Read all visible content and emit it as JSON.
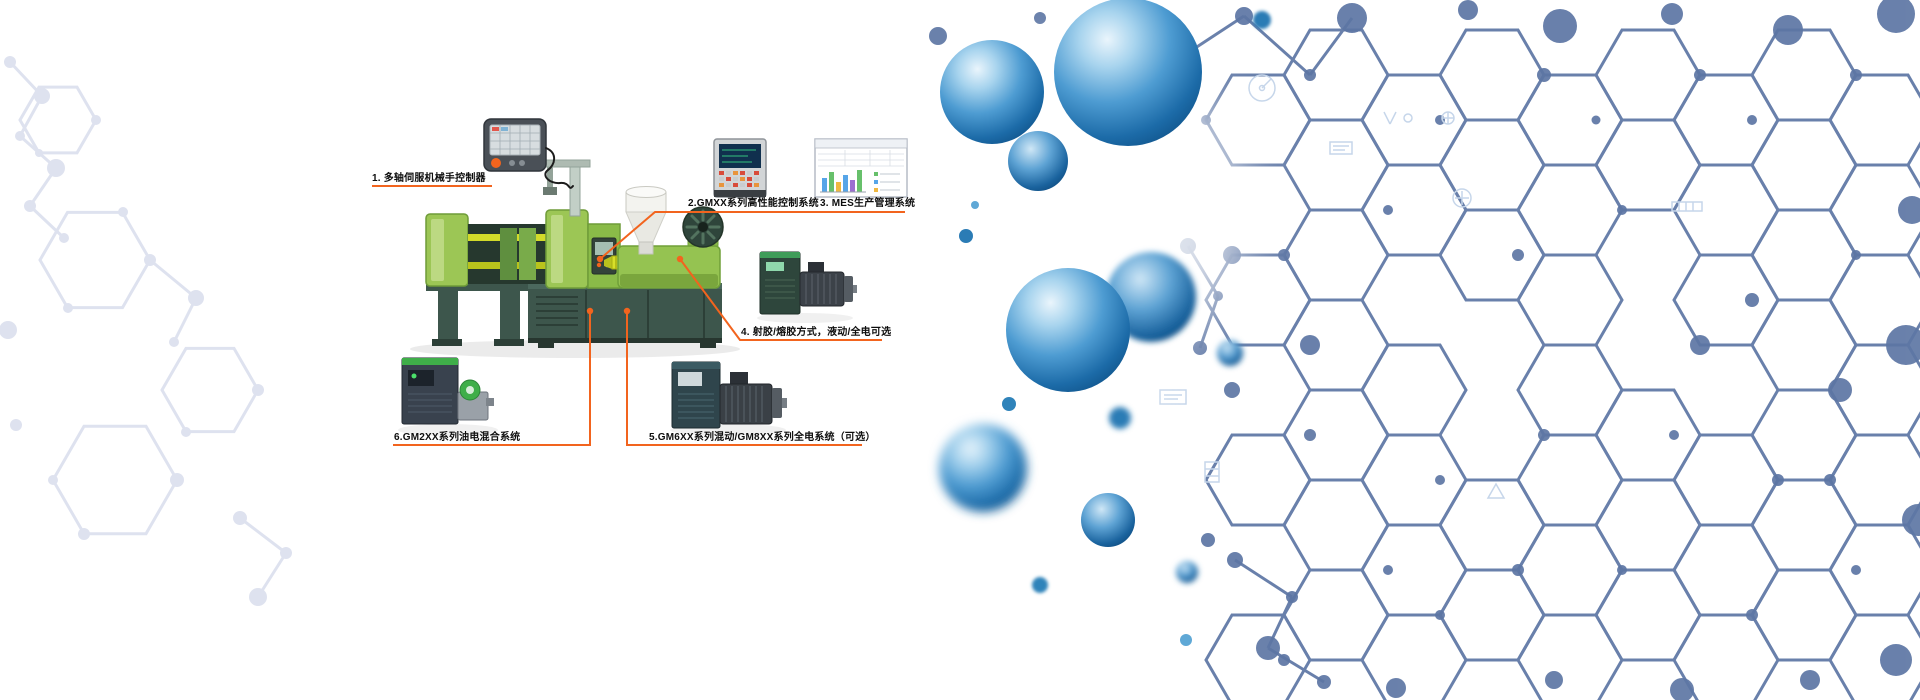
{
  "accent": "#f2641e",
  "callouts": [
    {
      "label": "1. 多轴伺服机械手控制器"
    },
    {
      "label": "2.GMXX系列高性能控制系统"
    },
    {
      "label": "3. MES生产管理系统"
    },
    {
      "label": "4. 射胶/熔胶方式，液动/全电可选"
    },
    {
      "label": "5.GM6XX系列混动/GM8XX系列全电系统（可选）"
    },
    {
      "label": "6.GM2XX系列油电混合系统"
    }
  ]
}
